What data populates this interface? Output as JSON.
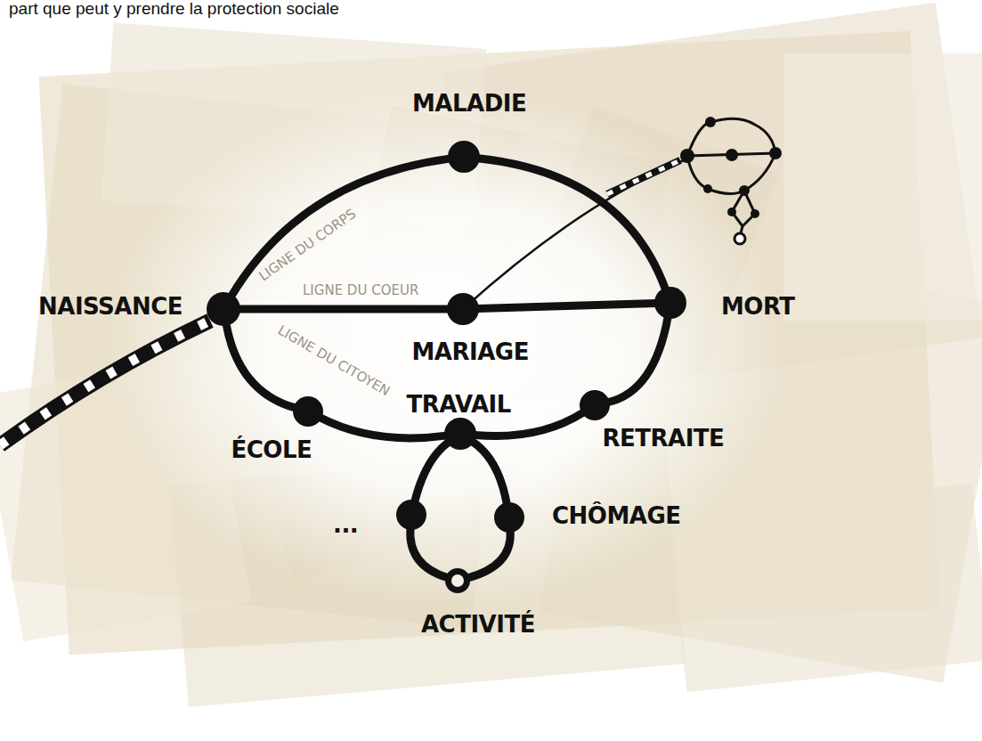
{
  "diagram": {
    "nodes": [
      {
        "text": [
          "MALADIE"
        ]
      },
      {
        "text": [
          "NAISSANCE"
        ]
      },
      {
        "text": [
          "MARIAGE"
        ]
      },
      {
        "text": [
          "MORT"
        ]
      },
      {
        "text": [
          "ÉCOLE"
        ]
      },
      {
        "text": [
          "TRAVAIL"
        ]
      },
      {
        "text": [
          "RETRAITE"
        ]
      },
      {
        "text": [
          "..."
        ]
      },
      {
        "text": [
          "CHÔMAGE"
        ]
      },
      {
        "text": [
          "ACTIVITÉ"
        ]
      }
    ],
    "edges": [
      {
        "from": 1,
        "to": 0,
        "arrow": "none",
        "label": "LIGNE DU CORPS"
      },
      {
        "from": 0,
        "to": 3,
        "arrow": "none"
      },
      {
        "from": 1,
        "to": 2,
        "arrow": "none",
        "label": "LIGNE DU COEUR"
      },
      {
        "from": 2,
        "to": 3,
        "arrow": "none"
      },
      {
        "from": 1,
        "to": 4,
        "arrow": "none",
        "label": "LIGNE DU CITOYEN"
      },
      {
        "from": 4,
        "to": 5,
        "arrow": "none"
      },
      {
        "from": 5,
        "to": 6,
        "arrow": "none"
      },
      {
        "from": 6,
        "to": 3,
        "arrow": "none"
      },
      {
        "from": 5,
        "to": 7,
        "arrow": "none"
      },
      {
        "from": 5,
        "to": 8,
        "arrow": "none"
      },
      {
        "from": 7,
        "to": 9,
        "arrow": "none"
      },
      {
        "from": 8,
        "to": 9,
        "arrow": "none"
      }
    ],
    "labels": [
      "part que peut y prendre la protection sociale"
    ]
  }
}
